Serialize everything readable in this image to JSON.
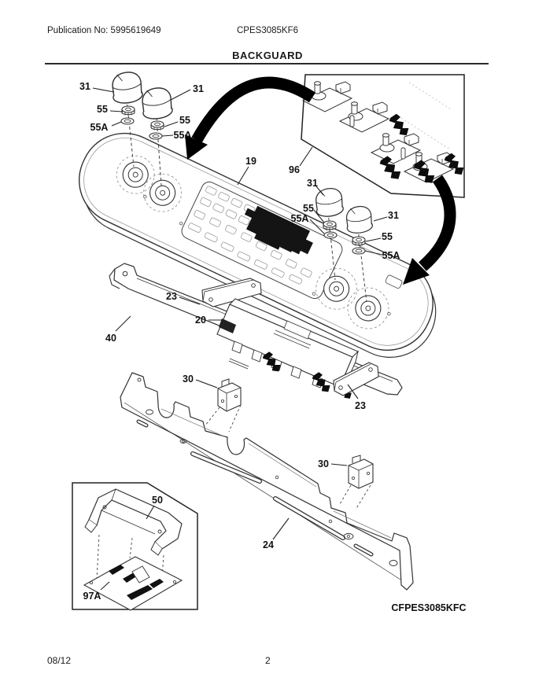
{
  "page": {
    "header": {
      "publication_no": "Publication No: 5995619649",
      "model": "CPES3085KF6",
      "title": "BACKGUARD"
    },
    "footer": {
      "date": "08/12",
      "page_number": "2"
    }
  },
  "diagram": {
    "variant_code": "CFPES3085KFC",
    "callouts": [
      {
        "id": "knob-left-1",
        "label": "31"
      },
      {
        "id": "knob-left-2",
        "label": "31"
      },
      {
        "id": "nut-left-1",
        "label": "55"
      },
      {
        "id": "washer-left-1",
        "label": "55A"
      },
      {
        "id": "nut-left-2",
        "label": "55"
      },
      {
        "id": "washer-left-2",
        "label": "55A"
      },
      {
        "id": "control-panel",
        "label": "19"
      },
      {
        "id": "switch-assembly-inset",
        "label": "96"
      },
      {
        "id": "knob-right-1",
        "label": "31"
      },
      {
        "id": "nut-right-1",
        "label": "55"
      },
      {
        "id": "washer-right-1",
        "label": "55A"
      },
      {
        "id": "knob-right-2",
        "label": "31"
      },
      {
        "id": "nut-right-2",
        "label": "55"
      },
      {
        "id": "washer-right-2",
        "label": "55A"
      },
      {
        "id": "bracket-upper",
        "label": "23"
      },
      {
        "id": "control-board",
        "label": "20"
      },
      {
        "id": "trim-channel",
        "label": "40"
      },
      {
        "id": "bracket-small-upper",
        "label": "30"
      },
      {
        "id": "bracket-lower",
        "label": "23"
      },
      {
        "id": "bracket-small-lower",
        "label": "30"
      },
      {
        "id": "rear-panel",
        "label": "24"
      },
      {
        "id": "cover-bracket",
        "label": "50"
      },
      {
        "id": "circuit-board",
        "label": "97A"
      }
    ]
  }
}
